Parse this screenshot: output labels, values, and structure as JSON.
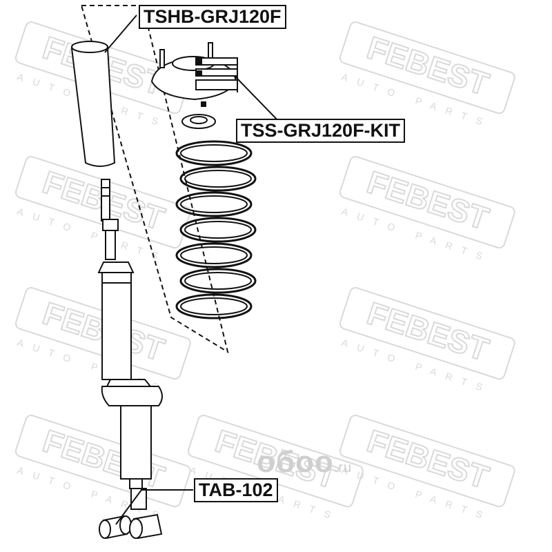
{
  "watermark": {
    "brand": "FEBEST",
    "tagline": "AUTO PARTS",
    "site_name": "обоо",
    "site_tld": ".ru",
    "color": "#d9d9d9"
  },
  "part_labels": [
    {
      "id": "tshb",
      "text": "TSHB-GRJ120F"
    },
    {
      "id": "tss",
      "text": "TSS-GRJ120F-KIT"
    },
    {
      "id": "tab",
      "text": "TAB-102"
    }
  ],
  "colors": {
    "line": "#111111",
    "background": "#ffffff"
  }
}
